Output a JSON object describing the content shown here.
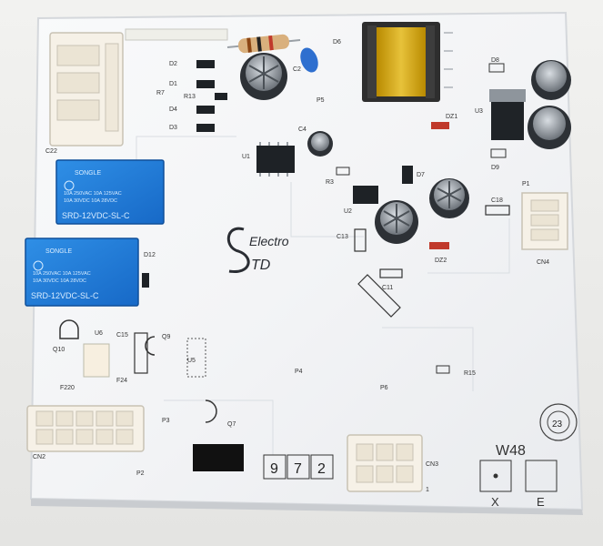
{
  "board": {
    "logo_text": [
      "Electro",
      "TD"
    ],
    "marking": "W48",
    "terminal_labels": [
      "X",
      "E"
    ],
    "date_digits": [
      "9",
      "7",
      "2"
    ],
    "dial_number": "23",
    "relay_brand": "SONGLE",
    "relay_model": "SRD-12VDC-SL-C",
    "relay_rating_lines": [
      "10A 250VAC  10A 125VAC",
      "10A 30VDC   10A 28VDC"
    ],
    "designators": [
      "C22",
      "D2",
      "D1",
      "R7",
      "R13",
      "D4",
      "D3",
      "C2",
      "D6",
      "P5",
      "C4",
      "U1",
      "R3",
      "U2",
      "D7",
      "C13",
      "C11",
      "D8",
      "DZ1",
      "U3",
      "D9",
      "C18",
      "P1",
      "CN4",
      "DZ2",
      "D12",
      "U6",
      "C15",
      "Q9",
      "U5",
      "Q10",
      "F24",
      "F220",
      "CN2",
      "P3",
      "Q7",
      "P2",
      "P4",
      "P6",
      "R15",
      "CN3",
      "1"
    ]
  }
}
